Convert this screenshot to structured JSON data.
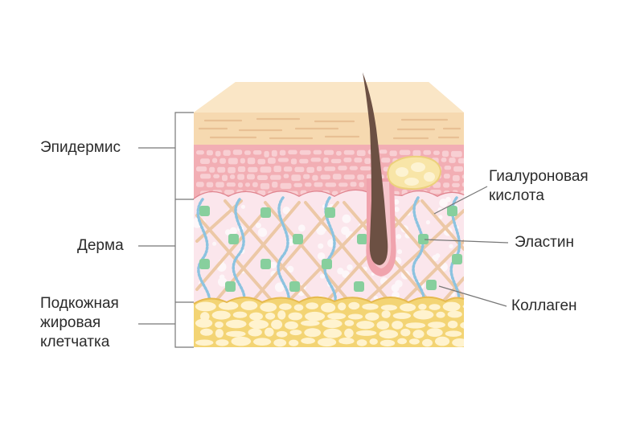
{
  "labels": {
    "epidermis": "Эпидермис",
    "dermis": "Дерма",
    "subcutis": [
      "Подкожная",
      "жировая",
      "клетчатка"
    ],
    "hyaluronic": [
      "Гиалуроновая",
      "кислота"
    ],
    "elastin": "Эластин",
    "collagen": "Коллаген"
  },
  "colors": {
    "epidermis": "#f6d9b0",
    "dermis_upper": "#f2aeb4",
    "dermis": "#fbe6ec",
    "collagen": "#ecc8a6",
    "elastin_fibers": "#8cc3e0",
    "elastin_nodes": "#87cf9d",
    "fat": "#f3d474",
    "fat_cells": "#fff3cf",
    "hair": "#6c5043",
    "follicle": "#f0a3ad",
    "hyaluronic": "#f8e5a7",
    "leader_lines": "#777777"
  }
}
